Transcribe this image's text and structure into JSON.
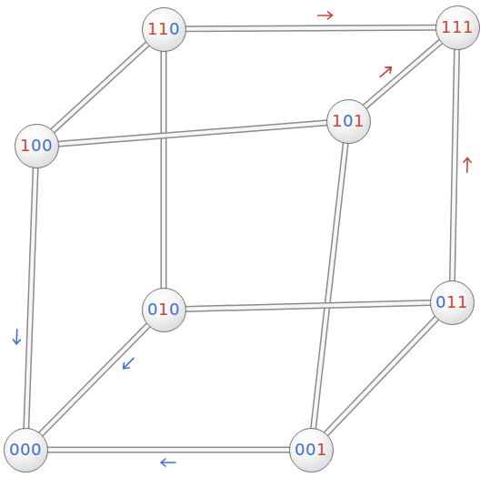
{
  "diagram": {
    "nodes": [
      {
        "text": [
          "110"
        ]
      },
      {
        "text": [
          "111"
        ]
      },
      {
        "text": [
          "100"
        ]
      },
      {
        "text": [
          "101"
        ]
      },
      {
        "text": [
          "010"
        ]
      },
      {
        "text": [
          "011"
        ]
      },
      {
        "text": [
          "000"
        ]
      },
      {
        "text": [
          "001"
        ]
      }
    ],
    "edges": [
      {
        "from": 0,
        "to": 1,
        "arrow": "to"
      },
      {
        "from": 0,
        "to": 2,
        "arrow": "none"
      },
      {
        "from": 0,
        "to": 4,
        "arrow": "none"
      },
      {
        "from": 3,
        "to": 1,
        "arrow": "to"
      },
      {
        "from": 5,
        "to": 1,
        "arrow": "to"
      },
      {
        "from": 2,
        "to": 3,
        "arrow": "none"
      },
      {
        "from": 2,
        "to": 6,
        "arrow": "to"
      },
      {
        "from": 3,
        "to": 7,
        "arrow": "none"
      },
      {
        "from": 4,
        "to": 5,
        "arrow": "none"
      },
      {
        "from": 4,
        "to": 6,
        "arrow": "to"
      },
      {
        "from": 5,
        "to": 7,
        "arrow": "none"
      },
      {
        "from": 7,
        "to": 6,
        "arrow": "to"
      }
    ]
  }
}
